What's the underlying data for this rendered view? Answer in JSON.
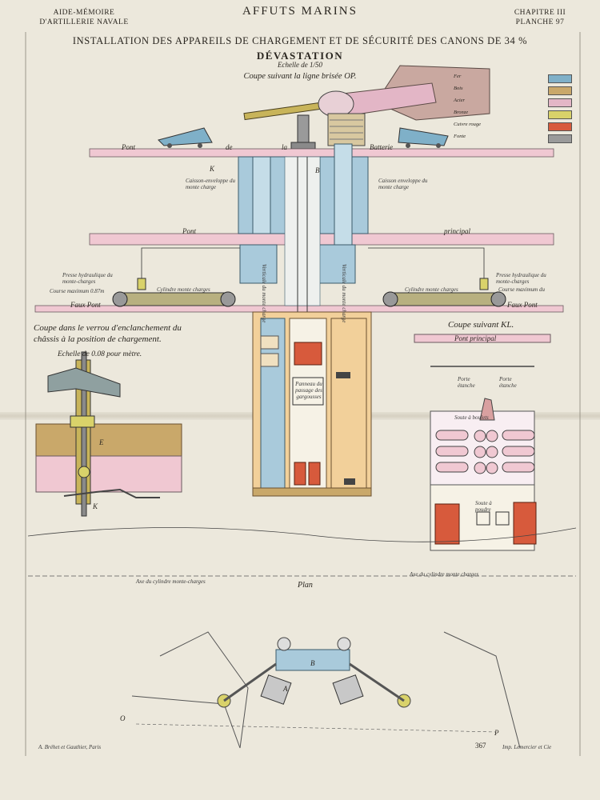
{
  "header": {
    "left_line1": "AIDE-MÉMOIRE",
    "left_line2": "D'ARTILLERIE NAVALE",
    "center": "AFFUTS MARINS",
    "right_line1": "CHAPITRE III",
    "right_line2": "PLANCHE 97"
  },
  "title": "INSTALLATION DES APPAREILS DE CHARGEMENT ET DE SÉCURITÉ DES CANONS DE 34 %",
  "subtitle": "DÉVASTATION",
  "main_section": {
    "scale": "Echelle de 1/50",
    "caption": "Coupe suivant la ligne brisée OP."
  },
  "legend": [
    {
      "label": "Fer",
      "color": "#7fb0c8"
    },
    {
      "label": "Bois",
      "color": "#c9a86a"
    },
    {
      "label": "Acier",
      "color": "#e3b6c6"
    },
    {
      "label": "Bronze",
      "color": "#d9d26a"
    },
    {
      "label": "Cuivre rouge",
      "color": "#d75a3c"
    },
    {
      "label": "Fonte",
      "color": "#9a9a9a"
    }
  ],
  "labels": {
    "deck_words": [
      "Pont",
      "de",
      "la",
      "Batterie"
    ],
    "main_deck": [
      "Pont",
      "principal"
    ],
    "caisson_left": "Caisson-enveloppe du monte charge",
    "caisson_right": "Caisson enveloppe du monte charge",
    "press_left": "Presse hydraulique du monte-charges",
    "press_right": "Presse hydraulique du monte-charges",
    "course_max_left": "Course maximum 0.87m",
    "course_max_right": "Course maximum du",
    "cyl_left": "Cylindre monte charges",
    "cyl_right": "Cylindre monte charges",
    "false_deck_left": "Faux Pont",
    "false_deck_right": "Faux Pont",
    "vertical_left": "Verticale du monte charge",
    "vertical_right": "Verticale du monte charge",
    "panel": "Panneau du passage des gargousses",
    "letter_B": "B",
    "letter_K": "K"
  },
  "detail_left": {
    "caption": "Coupe dans le verrou d'enclanchement du châssis à la position de chargement.",
    "scale": "Echelle de 0.08 pour mètre.",
    "letter_E": "E",
    "letter_K": "K"
  },
  "detail_right": {
    "caption": "Coupe suivant KL.",
    "deck": "Pont principal",
    "door_left": "Porte étanche",
    "door_right": "Porte étanche",
    "shell_store": "Soute à boulets",
    "powder_store": "Soute à poudre"
  },
  "plan": {
    "title": "Plan",
    "axis_left": "Axe du cylindre monte-charges",
    "axis_right": "Axe du cylindre monte charges",
    "letter_O": "O",
    "letter_P": "P",
    "letter_B": "B",
    "letter_A": "A"
  },
  "footer": {
    "left": "A. Bréhet et Gauthier, Paris",
    "page": "367",
    "right": "Imp. Lemercier et Cie"
  }
}
